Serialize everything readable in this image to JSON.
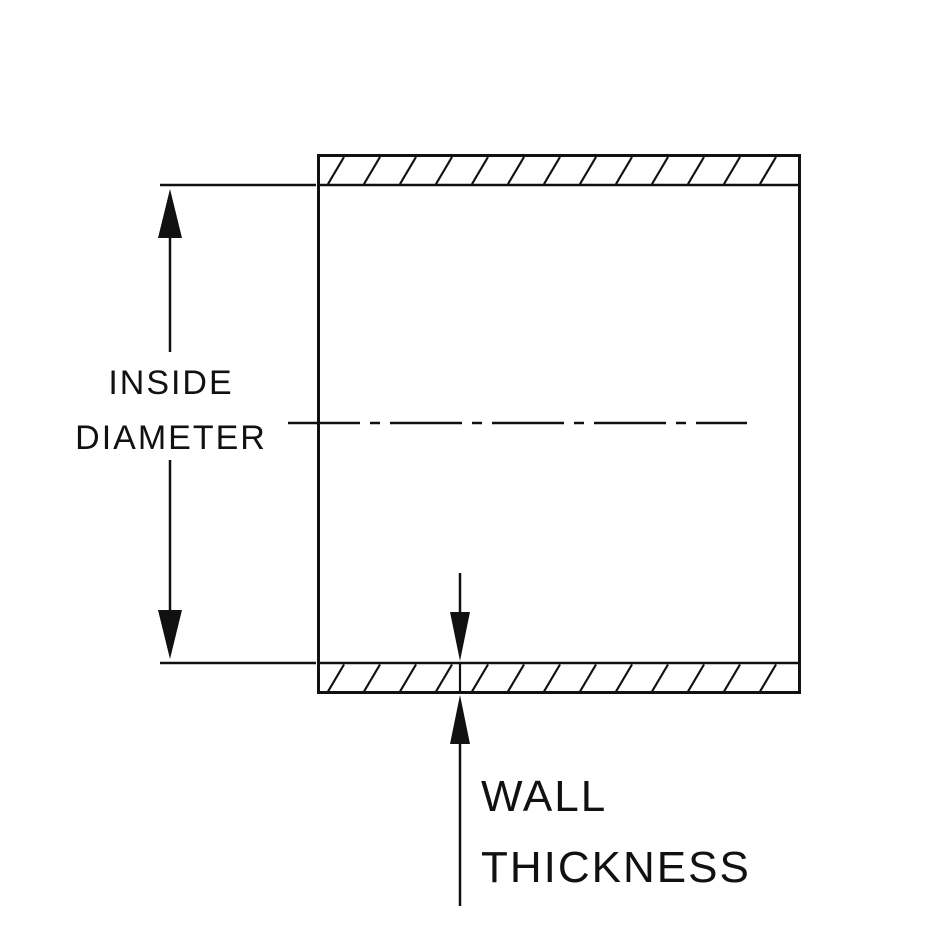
{
  "diagram": {
    "type": "technical-drawing",
    "subject": "tube-cross-section",
    "labels": {
      "inside_diameter_line1": "INSIDE",
      "inside_diameter_line2": "DIAMETER",
      "wall_thickness_line1": "WALL",
      "wall_thickness_line2": "THICKNESS"
    },
    "colors": {
      "line": "#111111",
      "background": "#ffffff"
    },
    "hatch": {
      "step": 36,
      "run": 16,
      "stroke_width": 2.2
    }
  }
}
